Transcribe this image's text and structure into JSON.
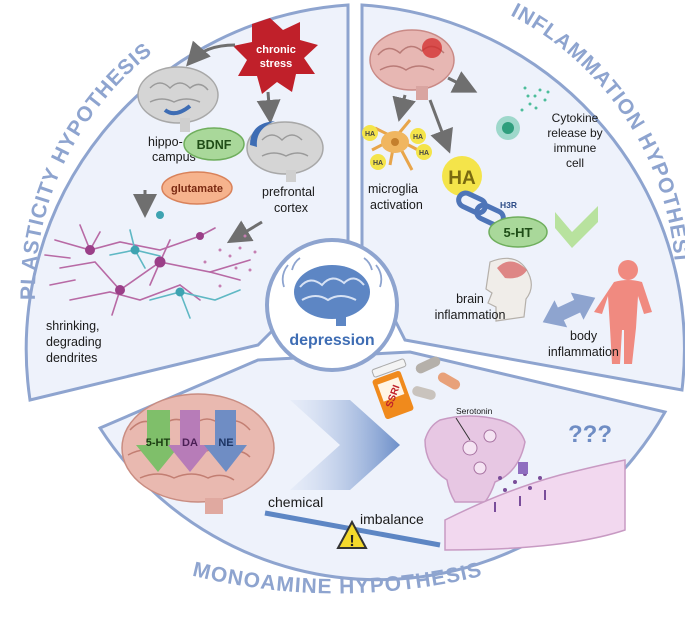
{
  "titles": {
    "plasticity": "PLASTICITY HYPOTHESIS",
    "inflammation": "INFLAMMATION HYPOTHESIS",
    "monoamine": "MONOAMINE HYPOTHESIS"
  },
  "center": {
    "label": "depression"
  },
  "plasticity": {
    "stress": [
      "chronic",
      "stress"
    ],
    "hippocampus": [
      "hippo-",
      "campus"
    ],
    "bdnf": "BDNF",
    "glutamate": "glutamate",
    "prefrontal": [
      "prefrontal",
      "cortex"
    ],
    "dendrites": [
      "shrinking,",
      "degrading",
      "dendrites"
    ]
  },
  "inflammation": {
    "cytokine": [
      "Cytokine",
      "release by",
      "immune",
      "cell"
    ],
    "microglia": [
      "microglia",
      "activation"
    ],
    "ha_small": "HA",
    "ha_large": "HA",
    "h3r": "H3R",
    "ht5": "5-HT",
    "brain": [
      "brain",
      "inflammation"
    ],
    "body": [
      "body",
      "inflammation"
    ]
  },
  "monoamine": {
    "arrows": [
      "5-HT",
      "DA",
      "NE"
    ],
    "chemical": "chemical",
    "imbalance": "imbalance",
    "warning": "!",
    "ssri": "SSRI",
    "serotonin": "Serotonin",
    "questions": "???"
  },
  "colors": {
    "panel_bg": "#eef2fb",
    "panel_border": "#8ea4cf",
    "title": "#8ea4cf",
    "stress": "#c0202a",
    "bdnf_fill": "#a9d89a",
    "glutamate_fill": "#f6b38d",
    "ha_fill": "#f4e44a",
    "ht5_fill": "#a9d89a",
    "h3r": "#4e75b8",
    "check": "#b8e29e",
    "center_brain": "#5d86c4",
    "synapse": "#e7c7e3"
  }
}
